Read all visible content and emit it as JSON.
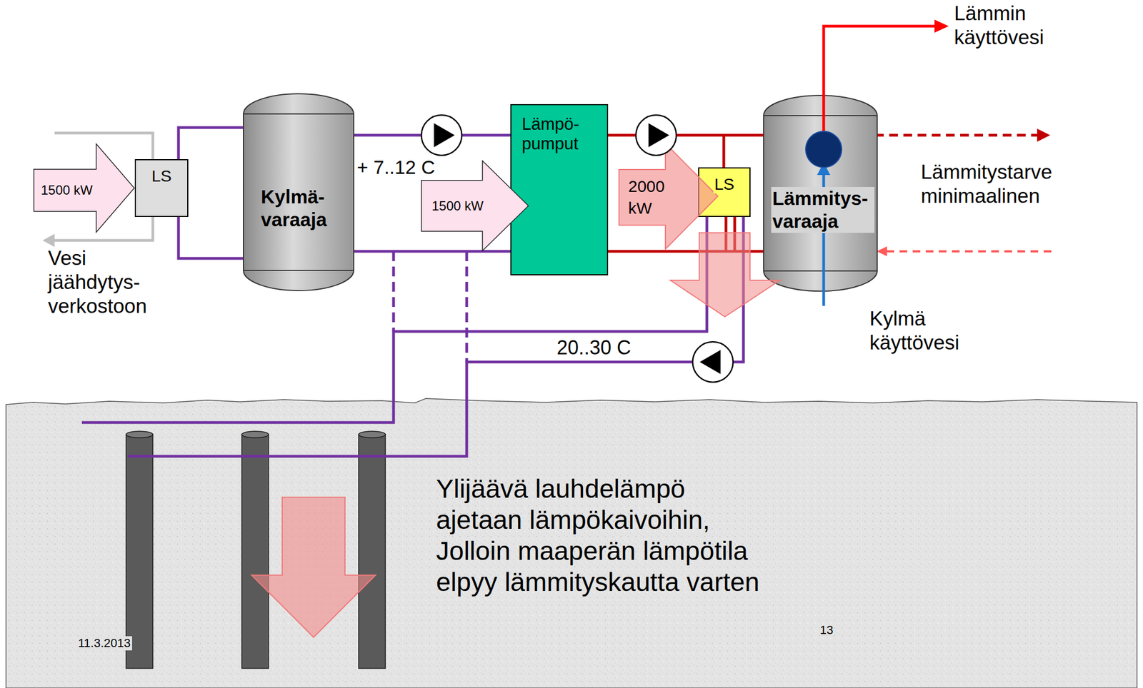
{
  "diagram": {
    "nodes": [
      {
        "text": [
          "1500 kW"
        ]
      },
      {
        "text": [
          "LS"
        ]
      },
      {
        "text": [
          "Kylmä- varaaja"
        ]
      },
      {
        "text": [
          "1500 kW"
        ]
      },
      {
        "text": [
          "Lämpö- pumput"
        ]
      },
      {
        "text": [
          "2000 kW"
        ]
      },
      {
        "text": [
          "LS"
        ]
      },
      {
        "text": [
          "Lämmitys- varaaja"
        ]
      }
    ],
    "edges": [
      {
        "from": 1,
        "to": 2,
        "arrow": "none"
      },
      {
        "from": 1,
        "to": 2,
        "arrow": "none"
      },
      {
        "from": 2,
        "to": 4,
        "arrow": "none"
      },
      {
        "from": 2,
        "to": 4,
        "arrow": "none"
      },
      {
        "from": 4,
        "to": 7,
        "arrow": "none"
      },
      {
        "from": 4,
        "to": 7,
        "arrow": "none"
      }
    ],
    "labels": [
      "Lämmin käyttövesi",
      "+ 7..12 C",
      "Lämmitystarve minimaalinen",
      "Vesi jäähdytys- verkostoon",
      "Kylmä käyttövesi",
      "20..30 C",
      "Ylijäävä lauhdelämpö ajetaan lämpökaivoihin, Jolloin maaperän lämpötila elpyy lämmityskautta varten",
      "13",
      "11.3.2013"
    ]
  }
}
